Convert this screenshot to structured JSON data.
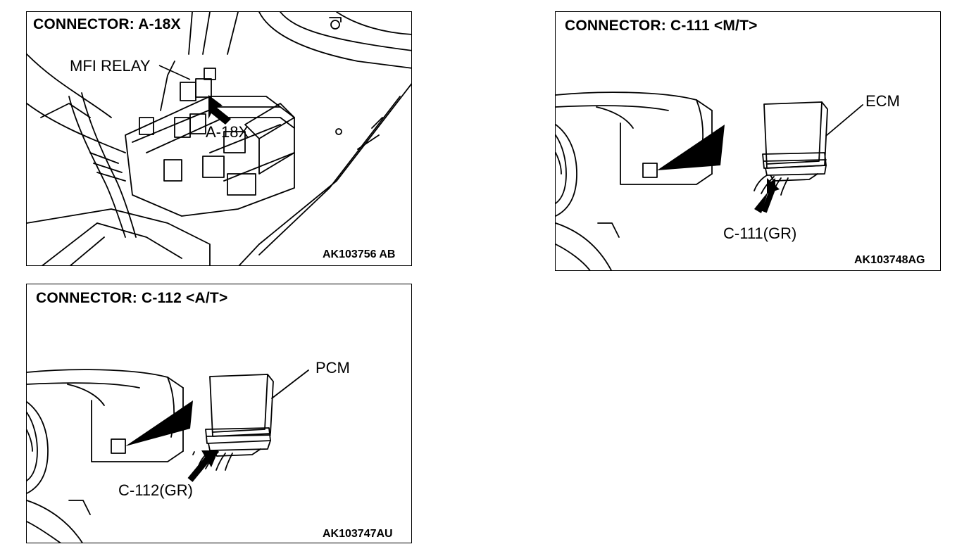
{
  "panels": [
    {
      "title": "CONNECTOR: A-18X",
      "code": "AK103756 AB",
      "labels": {
        "relay": "MFI RELAY",
        "connector": "A-18X"
      }
    },
    {
      "title": "CONNECTOR: C-111 <M/T>",
      "code": "AK103748AG",
      "labels": {
        "unit": "ECM",
        "connector": "C-111(GR)"
      }
    },
    {
      "title": "CONNECTOR: C-112 <A/T>",
      "code": "AK103747AU",
      "labels": {
        "unit": "PCM",
        "connector": "C-112(GR)"
      }
    }
  ]
}
